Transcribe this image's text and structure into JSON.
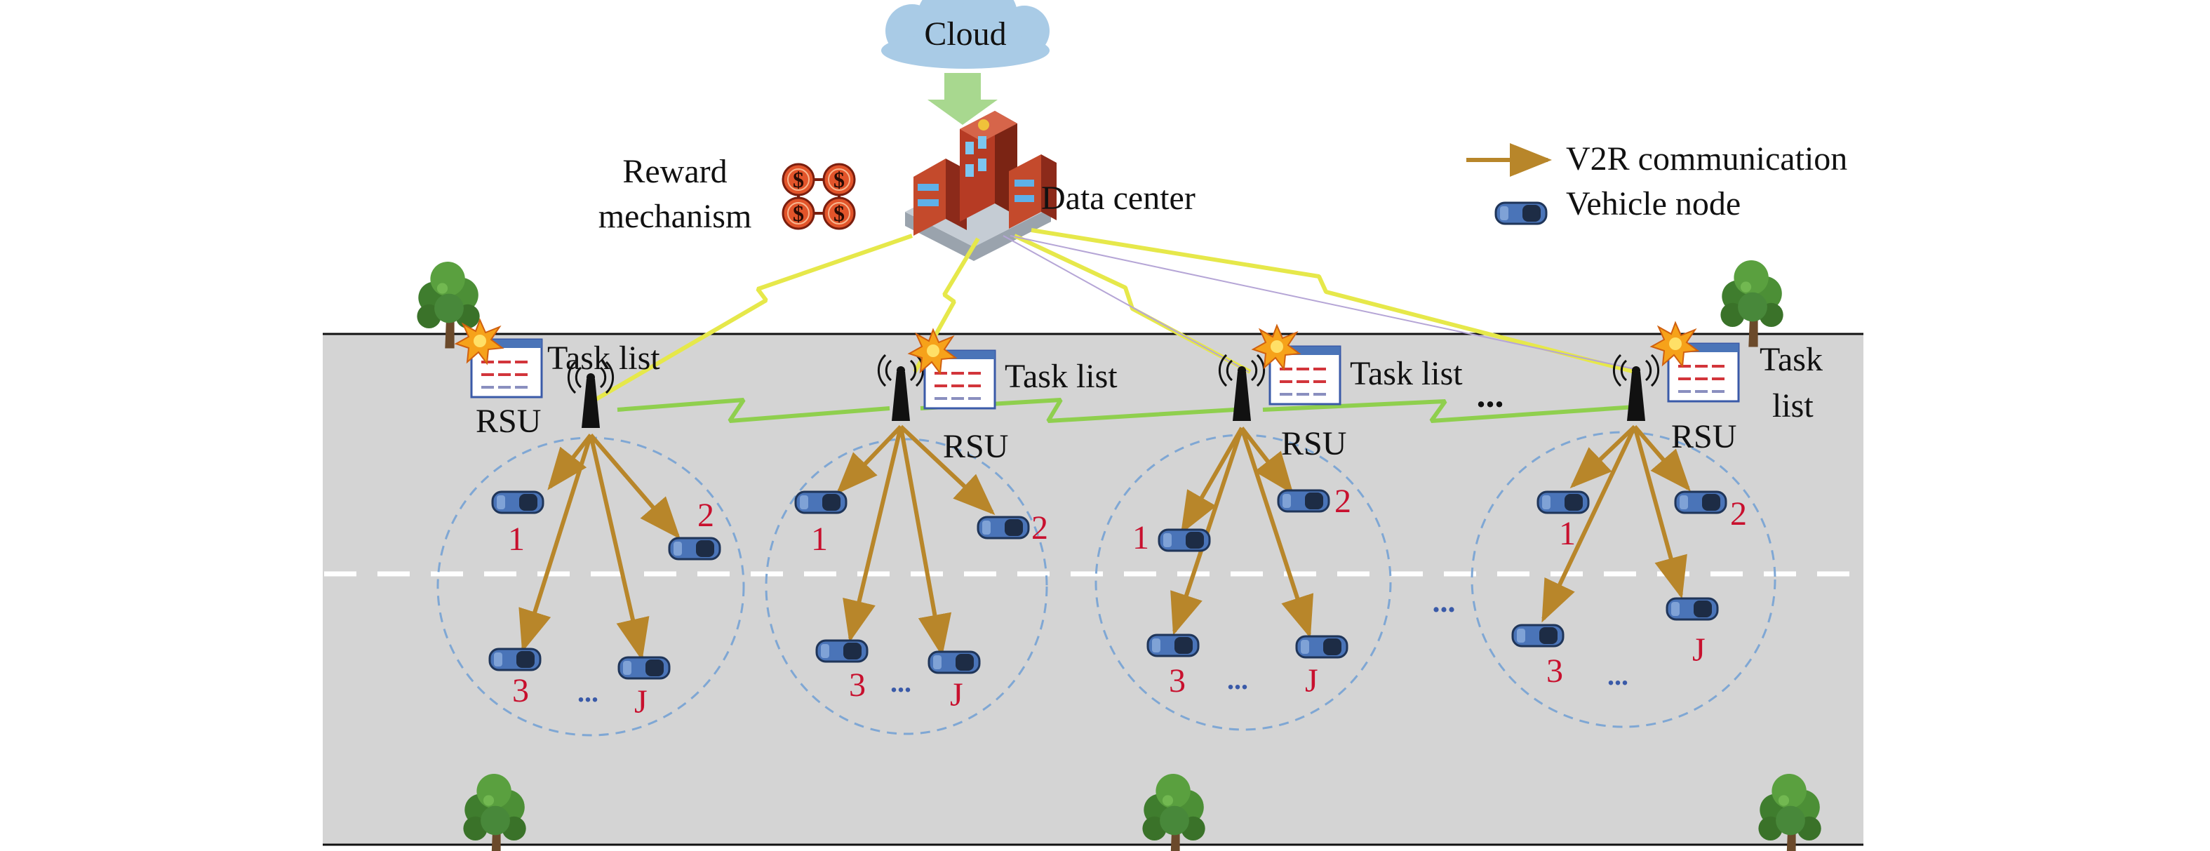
{
  "cloud": {
    "label": "Cloud"
  },
  "data_center": {
    "label": "Data center"
  },
  "reward": {
    "line1": "Reward",
    "line2": "mechanism",
    "coin_symbol": "$"
  },
  "legend": {
    "v2r_label": "V2R communication",
    "vehicle_label": "Vehicle node"
  },
  "rsu_label": "RSU",
  "task_list": {
    "label": "Task list",
    "label_line1": "Task",
    "label_line2": "list"
  },
  "ellipsis": "...",
  "cells": [
    {
      "vehicles": [
        "1",
        "2",
        "3",
        "J"
      ]
    },
    {
      "vehicles": [
        "1",
        "2",
        "3",
        "J"
      ]
    },
    {
      "vehicles": [
        "1",
        "2",
        "3",
        "J"
      ]
    },
    {
      "vehicles": [
        "1",
        "2",
        "3",
        "J"
      ]
    }
  ],
  "colors": {
    "road": "#d4d4d4",
    "v2r_arrow": "#b8862a",
    "coverage_circle": "#7fa7d4",
    "cloud": "#a9cbe6",
    "down_arrow": "#a8d88f",
    "lightning_yellow": "#e6e84a",
    "lightning_green": "#8fcf4e",
    "vehicle_label": "#c8102e",
    "vehicle_body": "#4a74b8",
    "coin": "#e2542a",
    "task_list_lines": "#d2353b"
  }
}
